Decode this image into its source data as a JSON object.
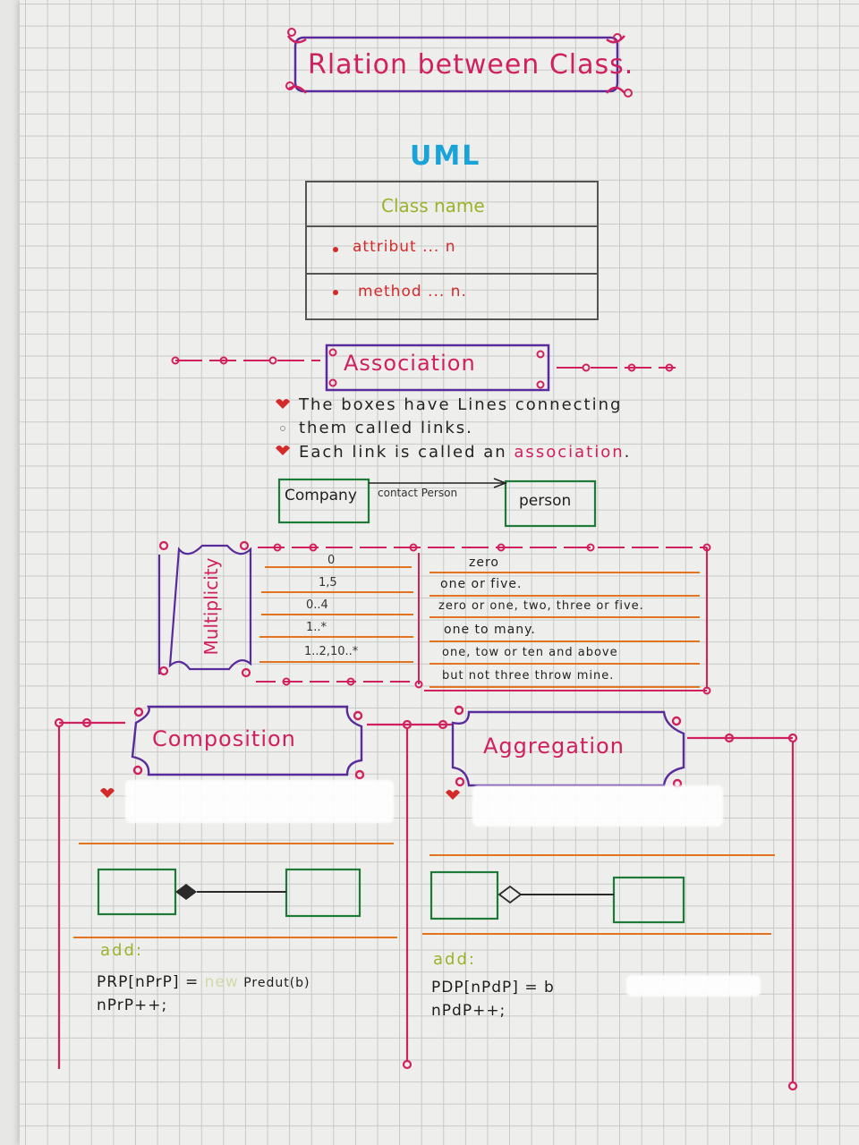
{
  "title": "Rlation between Class.",
  "uml": {
    "heading": "UML",
    "class_name": "Class name",
    "attribute": "attribut ... n",
    "method": "method ... n."
  },
  "association": {
    "heading": "Association",
    "note_line1": "The boxes have Lines connecting",
    "note_line2": "them called links.",
    "note_line3_prefix": "Each link is called an ",
    "note_line3_highlight": "association",
    "note_line3_suffix": ".",
    "left_box": "Company",
    "link_label": "contact Person",
    "right_box": "person"
  },
  "multiplicity": {
    "heading": "Multiplicity",
    "rows": [
      {
        "value": "0",
        "meaning": "zero"
      },
      {
        "value": "1,5",
        "meaning": "one or five."
      },
      {
        "value": "0..4",
        "meaning": "zero or one, two, three or five."
      },
      {
        "value": "1..*",
        "meaning": "one to many."
      },
      {
        "value": "1..2,10..*",
        "meaning": "one, tow or ten and above"
      },
      {
        "value": "",
        "meaning": "but not three throw mine."
      }
    ]
  },
  "composition": {
    "heading": "Composition",
    "code_label": "add:",
    "code_line1_prefix": "PRP[nPrP] = ",
    "code_line1_highlight": "new",
    "code_line1_suffix": " Predut(b)",
    "code_line2": "nPrP++;"
  },
  "aggregation": {
    "heading": "Aggregation",
    "code_label": "add:",
    "code_line1": "PDP[nPdP] = b",
    "code_line2": "nPdP++;"
  },
  "colors": {
    "pink": "#d1205f",
    "purple": "#5a2b9a",
    "orange": "#e2731f",
    "green": "#1f7a3a",
    "olive": "#9bb32a",
    "blue": "#1aa3d8",
    "red": "#d42a2a"
  }
}
